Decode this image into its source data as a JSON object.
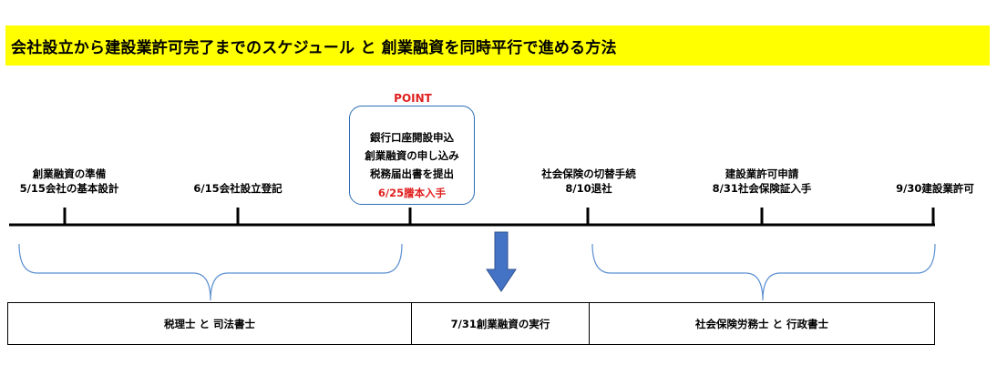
{
  "header": {
    "title": "会社設立から建設業許可完了までのスケジュール と 創業融資を同時平行で進める方法"
  },
  "timeline": {
    "milestones": [
      {
        "line1": "創業融資の準備",
        "line2": "5/15会社の基本設計"
      },
      {
        "line1": "",
        "line2": "6/15会社設立登記"
      },
      {
        "line1": "社会保険の切替手続",
        "line2": "8/10退社"
      },
      {
        "line1": "建設業許可申請",
        "line2": "8/31社会保険証入手"
      },
      {
        "line1": "",
        "line2": "9/30建設業許可"
      }
    ]
  },
  "point": {
    "title": "POINT",
    "lines": [
      "銀行口座開設申込",
      "創業融資の申し込み",
      "税務届出書を提出"
    ],
    "highlight": "6/25謄本入手"
  },
  "bottom": {
    "left": "税理士 と 司法書士",
    "middle": "7/31創業融資の実行",
    "right": "社会保険労務士 と 行政書士"
  },
  "colors": {
    "banner": "#ffff00",
    "accent_red": "#e02020",
    "arrow_blue": "#4472c4",
    "brace_blue": "#5b8fd0"
  }
}
